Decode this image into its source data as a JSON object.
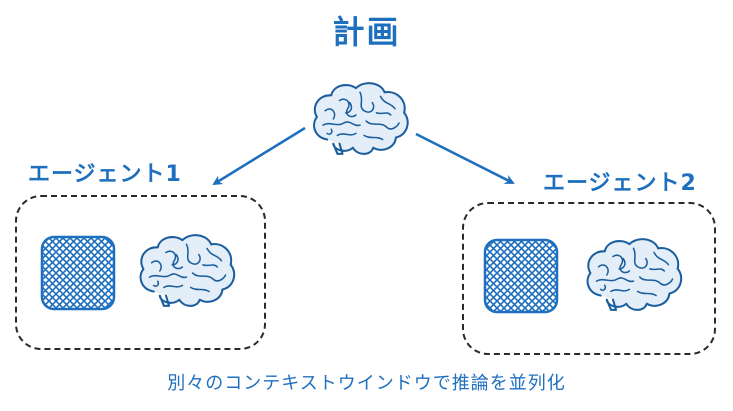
{
  "diagram": {
    "title": "計画",
    "agents": [
      {
        "label": "エージェント1"
      },
      {
        "label": "エージェント2"
      }
    ],
    "caption": "別々のコンテキストウインドウで推論を並列化"
  },
  "icons": {
    "planner": "brain-icon",
    "context_window": "hatched-square-icon",
    "agent_model": "brain-icon"
  },
  "colors": {
    "accent": "#1f6fbf",
    "outline": "#2a2a2a",
    "brain_fill": "#e3eef9"
  }
}
